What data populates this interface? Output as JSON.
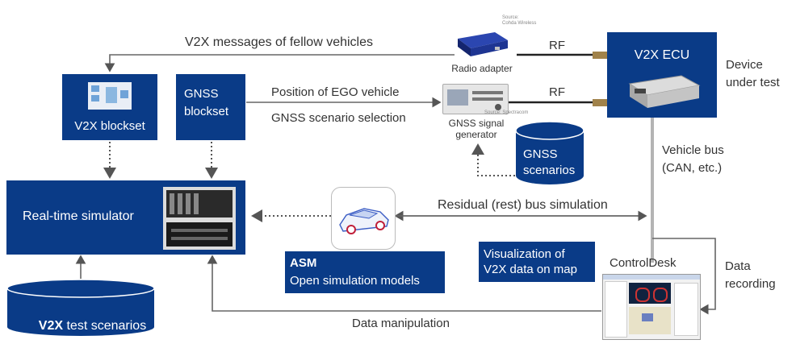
{
  "top_edge_label": "V2X messages of fellow vehicles",
  "position_label": "Position of EGO vehicle",
  "gnss_selection_label": "GNSS scenario selection",
  "rf_label_1": "RF",
  "rf_label_2": "RF",
  "radio_adapter": {
    "label": "Radio adapter",
    "source": "Source:\nCohda Wireless"
  },
  "gnss_generator": {
    "label": "GNSS signal\ngenerator",
    "source": "Source: Spectracom"
  },
  "v2x_ecu": {
    "title": "V2X ECU"
  },
  "device_under_test": "Device\nunder test",
  "v2x_blockset": "V2X blockset",
  "gnss_blockset": "GNSS\nblockset",
  "gnss_scenarios": "GNSS\nscenarios",
  "vehicle_bus": "Vehicle bus\n(CAN, etc.)",
  "real_time_simulator": "Real-time simulator",
  "residual_bus": "Residual (rest) bus simulation",
  "asm": {
    "bold": "ASM",
    "text": "Open simulation models"
  },
  "visualization": "Visualization of\nV2X data on map",
  "controldesk": "ControlDesk",
  "data_recording": "Data\nrecording",
  "v2x_test_scenarios": {
    "bold": "V2X",
    "text": " test scenarios"
  },
  "data_manipulation": "Data manipulation"
}
